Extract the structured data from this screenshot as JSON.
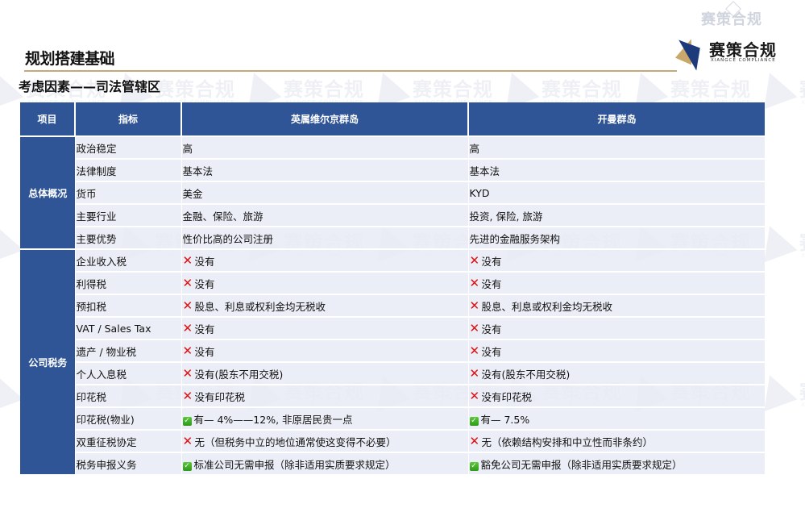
{
  "header": {
    "title": "规划搭建基础",
    "subtitle": "考虑因素——司法管辖区",
    "logo": {
      "name": "赛策合规",
      "tagline": "XIANGCE COMPLIANCE"
    },
    "watermark": {
      "name": "赛策合规",
      "tagline": "XIANGCE COMPLIANCE"
    }
  },
  "colors": {
    "header_blue": "#2f5597",
    "row_bg": "#e7ebf4",
    "rule_gold": "#c6a87a",
    "cross_red": "#e01010",
    "check_green": "#3aad22"
  },
  "table": {
    "columns": [
      "项目",
      "指标",
      "英属维尔京群岛",
      "开曼群岛"
    ],
    "groups": [
      {
        "label": "总体概况",
        "rows": [
          {
            "indicator": "政治稳定",
            "bvi": {
              "icon": "",
              "text": "高"
            },
            "cayman": {
              "icon": "",
              "text": "高"
            }
          },
          {
            "indicator": "法律制度",
            "bvi": {
              "icon": "",
              "text": "基本法"
            },
            "cayman": {
              "icon": "",
              "text": "基本法"
            }
          },
          {
            "indicator": "货币",
            "bvi": {
              "icon": "",
              "text": "美金"
            },
            "cayman": {
              "icon": "",
              "text": "KYD"
            }
          },
          {
            "indicator": "主要行业",
            "bvi": {
              "icon": "",
              "text": "金融、保险、旅游"
            },
            "cayman": {
              "icon": "",
              "text": "投资, 保险, 旅游"
            }
          },
          {
            "indicator": "主要优势",
            "bvi": {
              "icon": "",
              "text": "性价比高的公司注册"
            },
            "cayman": {
              "icon": "",
              "text": "先进的金融服务架构"
            }
          }
        ]
      },
      {
        "label": "公司税务",
        "rows": [
          {
            "indicator": "企业收入税",
            "bvi": {
              "icon": "cross",
              "text": "没有"
            },
            "cayman": {
              "icon": "cross",
              "text": "没有"
            }
          },
          {
            "indicator": "利得税",
            "bvi": {
              "icon": "cross",
              "text": "没有"
            },
            "cayman": {
              "icon": "cross",
              "text": "没有"
            }
          },
          {
            "indicator": "预扣税",
            "bvi": {
              "icon": "cross",
              "text": "股息、利息或权利金均无税收"
            },
            "cayman": {
              "icon": "cross",
              "text": "股息、利息或权利金均无税收"
            }
          },
          {
            "indicator": "VAT / Sales Tax",
            "bvi": {
              "icon": "cross",
              "text": "没有"
            },
            "cayman": {
              "icon": "cross",
              "text": "没有"
            }
          },
          {
            "indicator": "遗产 / 物业税",
            "bvi": {
              "icon": "cross",
              "text": "没有"
            },
            "cayman": {
              "icon": "cross",
              "text": "没有"
            }
          },
          {
            "indicator": "个人入息税",
            "bvi": {
              "icon": "cross",
              "text": "没有(股东不用交税)"
            },
            "cayman": {
              "icon": "cross",
              "text": "没有(股东不用交税)"
            }
          },
          {
            "indicator": "印花税",
            "bvi": {
              "icon": "cross",
              "text": "没有印花税"
            },
            "cayman": {
              "icon": "cross",
              "text": "没有印花税"
            }
          },
          {
            "indicator": "印花税(物业)",
            "bvi": {
              "icon": "check",
              "text": "有— 4%——12%, 非原居民贵一点"
            },
            "cayman": {
              "icon": "check",
              "text": "有— 7.5%"
            }
          },
          {
            "indicator": "双重征税协定",
            "bvi": {
              "icon": "cross",
              "text": "无（但税务中立的地位通常使这变得不必要）"
            },
            "cayman": {
              "icon": "cross",
              "text": "无（依赖结构安排和中立性而非条约）"
            }
          },
          {
            "indicator": "税务申报义务",
            "bvi": {
              "icon": "check",
              "text": "标准公司无需申报（除非适用实质要求规定）"
            },
            "cayman": {
              "icon": "check",
              "text": "豁免公司无需申报（除非适用实质要求规定）"
            }
          }
        ]
      }
    ]
  }
}
